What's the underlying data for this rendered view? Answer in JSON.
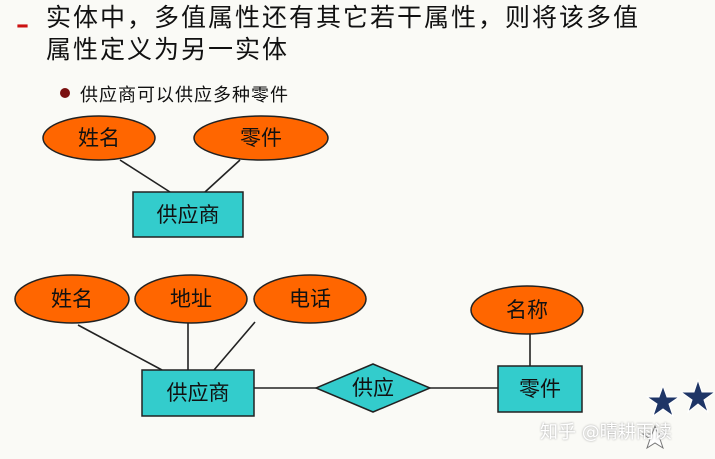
{
  "heading": {
    "line1": "实体中，多值属性还有其它若干属性，则将该多值",
    "line2": "属性定义为另一实体"
  },
  "sub_bullet": "供应商可以供应多种零件",
  "diagram_top": {
    "attr1": "姓名",
    "attr2": "零件",
    "entity": "供应商"
  },
  "diagram_bottom": {
    "attr1": "姓名",
    "attr2": "地址",
    "attr3": "电话",
    "entity1": "供应商",
    "relationship": "供应",
    "entity2": "零件",
    "entity2_attr": "名称"
  },
  "watermark": "知乎 @晴耕雨读",
  "colors": {
    "attribute_fill": "#ff6600",
    "entity_fill": "#33cccc",
    "dash": "#cc1111"
  }
}
